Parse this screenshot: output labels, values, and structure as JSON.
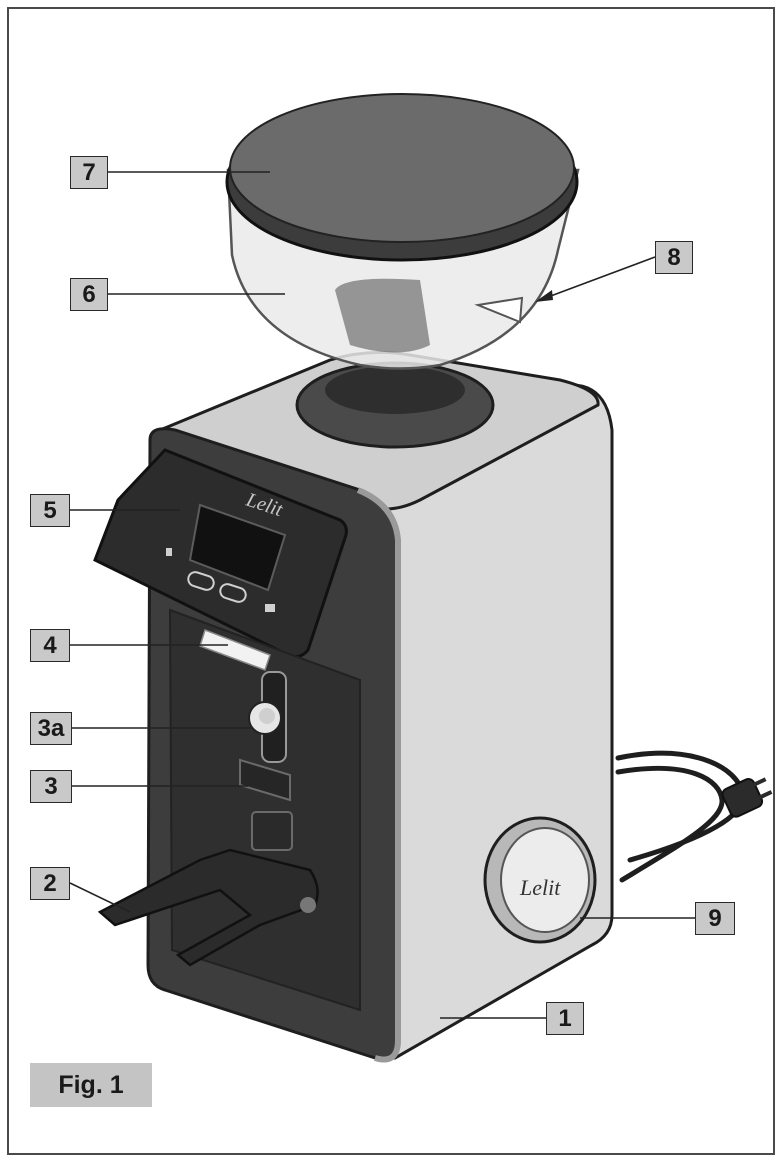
{
  "figure_label": "Fig. 1",
  "callouts": {
    "c1": "1",
    "c2": "2",
    "c3": "3",
    "c3a": "3a",
    "c4": "4",
    "c5": "5",
    "c6": "6",
    "c7": "7",
    "c8": "8",
    "c9": "9"
  },
  "colors": {
    "body_light": "#d8d8d8",
    "body_dark": "#3b3b3b",
    "outline": "#1e1e1e",
    "label_fill": "#c9c9c9"
  }
}
